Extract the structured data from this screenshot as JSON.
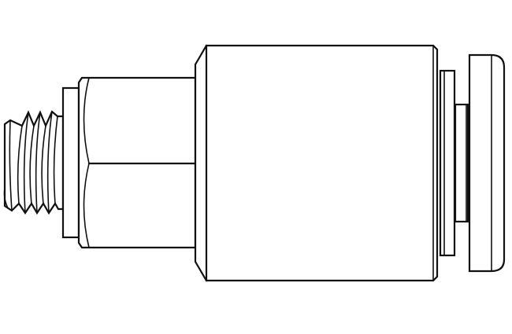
{
  "drawing": {
    "title": "Push-to-connect pneumatic fitting (side view)",
    "style": "technical line drawing",
    "stroke_color": "#111111",
    "background_color": "#ffffff",
    "parts": [
      {
        "id": "thread",
        "label": "Male thread"
      },
      {
        "id": "collar",
        "label": "Thread collar / seal"
      },
      {
        "id": "hex",
        "label": "Hex nut"
      },
      {
        "id": "body",
        "label": "Main body"
      },
      {
        "id": "ring",
        "label": "Retaining ring"
      },
      {
        "id": "collet",
        "label": "Release collet"
      }
    ]
  }
}
